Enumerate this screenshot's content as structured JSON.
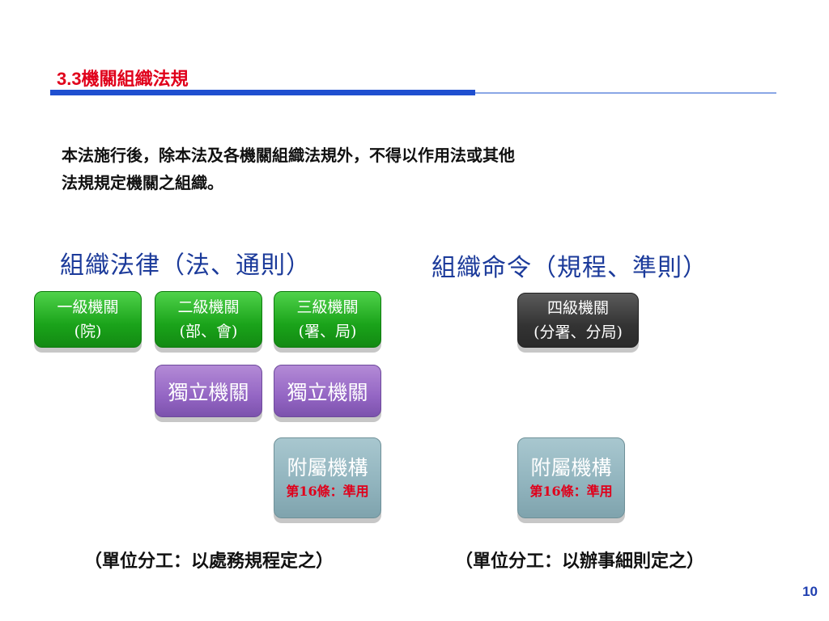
{
  "slide": {
    "title_num": "3.3",
    "title_text": "機關組織法規",
    "intro": {
      "line1": "本法施行後，除本法及各機關組織法規外，不得以作用法或其他",
      "line2": "法規規定機關之組織。"
    },
    "left_heading": "組織法律（法、通則）",
    "right_heading": "組織命令（規程、準則）",
    "level1": {
      "name": "一級機關",
      "sub": "(院)"
    },
    "level2": {
      "name": "二級機關",
      "sub": "(部、會)"
    },
    "level3": {
      "name": "三級機關",
      "sub": "(署、局)"
    },
    "level4": {
      "name": "四級機關",
      "sub": "(分署、分局)"
    },
    "independent_left": "獨立機關",
    "independent_right": "獨立機關",
    "attached_left": {
      "name": "附屬機構",
      "note": "第16條：準用"
    },
    "attached_right": {
      "name": "附屬機構",
      "note": "第16條：準用"
    },
    "footnote_left": "（單位分工：以處務規程定之）",
    "footnote_right": "（單位分工：以辦事細則定之）",
    "page_number": "10"
  },
  "colors": {
    "title": "#e0001b",
    "accent_bar": "#1f4fd0",
    "heading": "#1b3a9a",
    "green_box": "#1aa31a",
    "dark_box": "#333333",
    "purple_box": "#9466c4",
    "teal_box": "#90b3bd",
    "note": "#e0001b"
  }
}
